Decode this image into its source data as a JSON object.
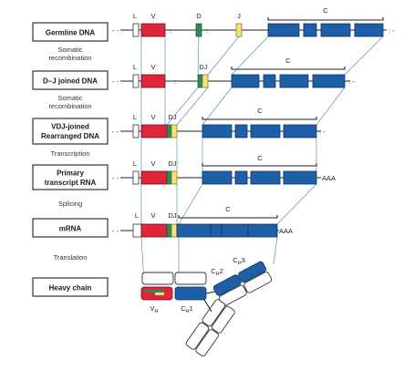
{
  "stages": {
    "germline": "Germline DNA",
    "dj": "D–J joined DNA",
    "vdj_line1": "VDJ-joined",
    "vdj_line2": "Rearranged DNA",
    "primary_line1": "Primary",
    "primary_line2": "transcript RNA",
    "mrna": "mRNA",
    "heavy": "Heavy chain"
  },
  "processes": {
    "somatic1_line1": "Somatic",
    "somatic1_line2": "recombination",
    "somatic2_line1": "Somatic",
    "somatic2_line2": "recombination",
    "transcription": "Transcription",
    "splicing": "Splicing",
    "translation": "Translation"
  },
  "segments": {
    "L": "L",
    "V": "V",
    "D": "D",
    "J": "J",
    "DJ": "DJ",
    "C": "C"
  },
  "polyA": "AAA",
  "domains": {
    "vh": "V",
    "vh_sub": "H",
    "ch1": "C",
    "ch1_sub": "H",
    "ch1_num": "1",
    "ch2": "C",
    "ch2_sub": "H",
    "ch2_num": "2",
    "ch3": "C",
    "ch3_sub": "H",
    "ch3_num": "3"
  },
  "colors": {
    "constant": "#1f5fa8",
    "variable": "#e0243a",
    "diversity": "#2f8a5a",
    "joining": "#f2e27a"
  }
}
